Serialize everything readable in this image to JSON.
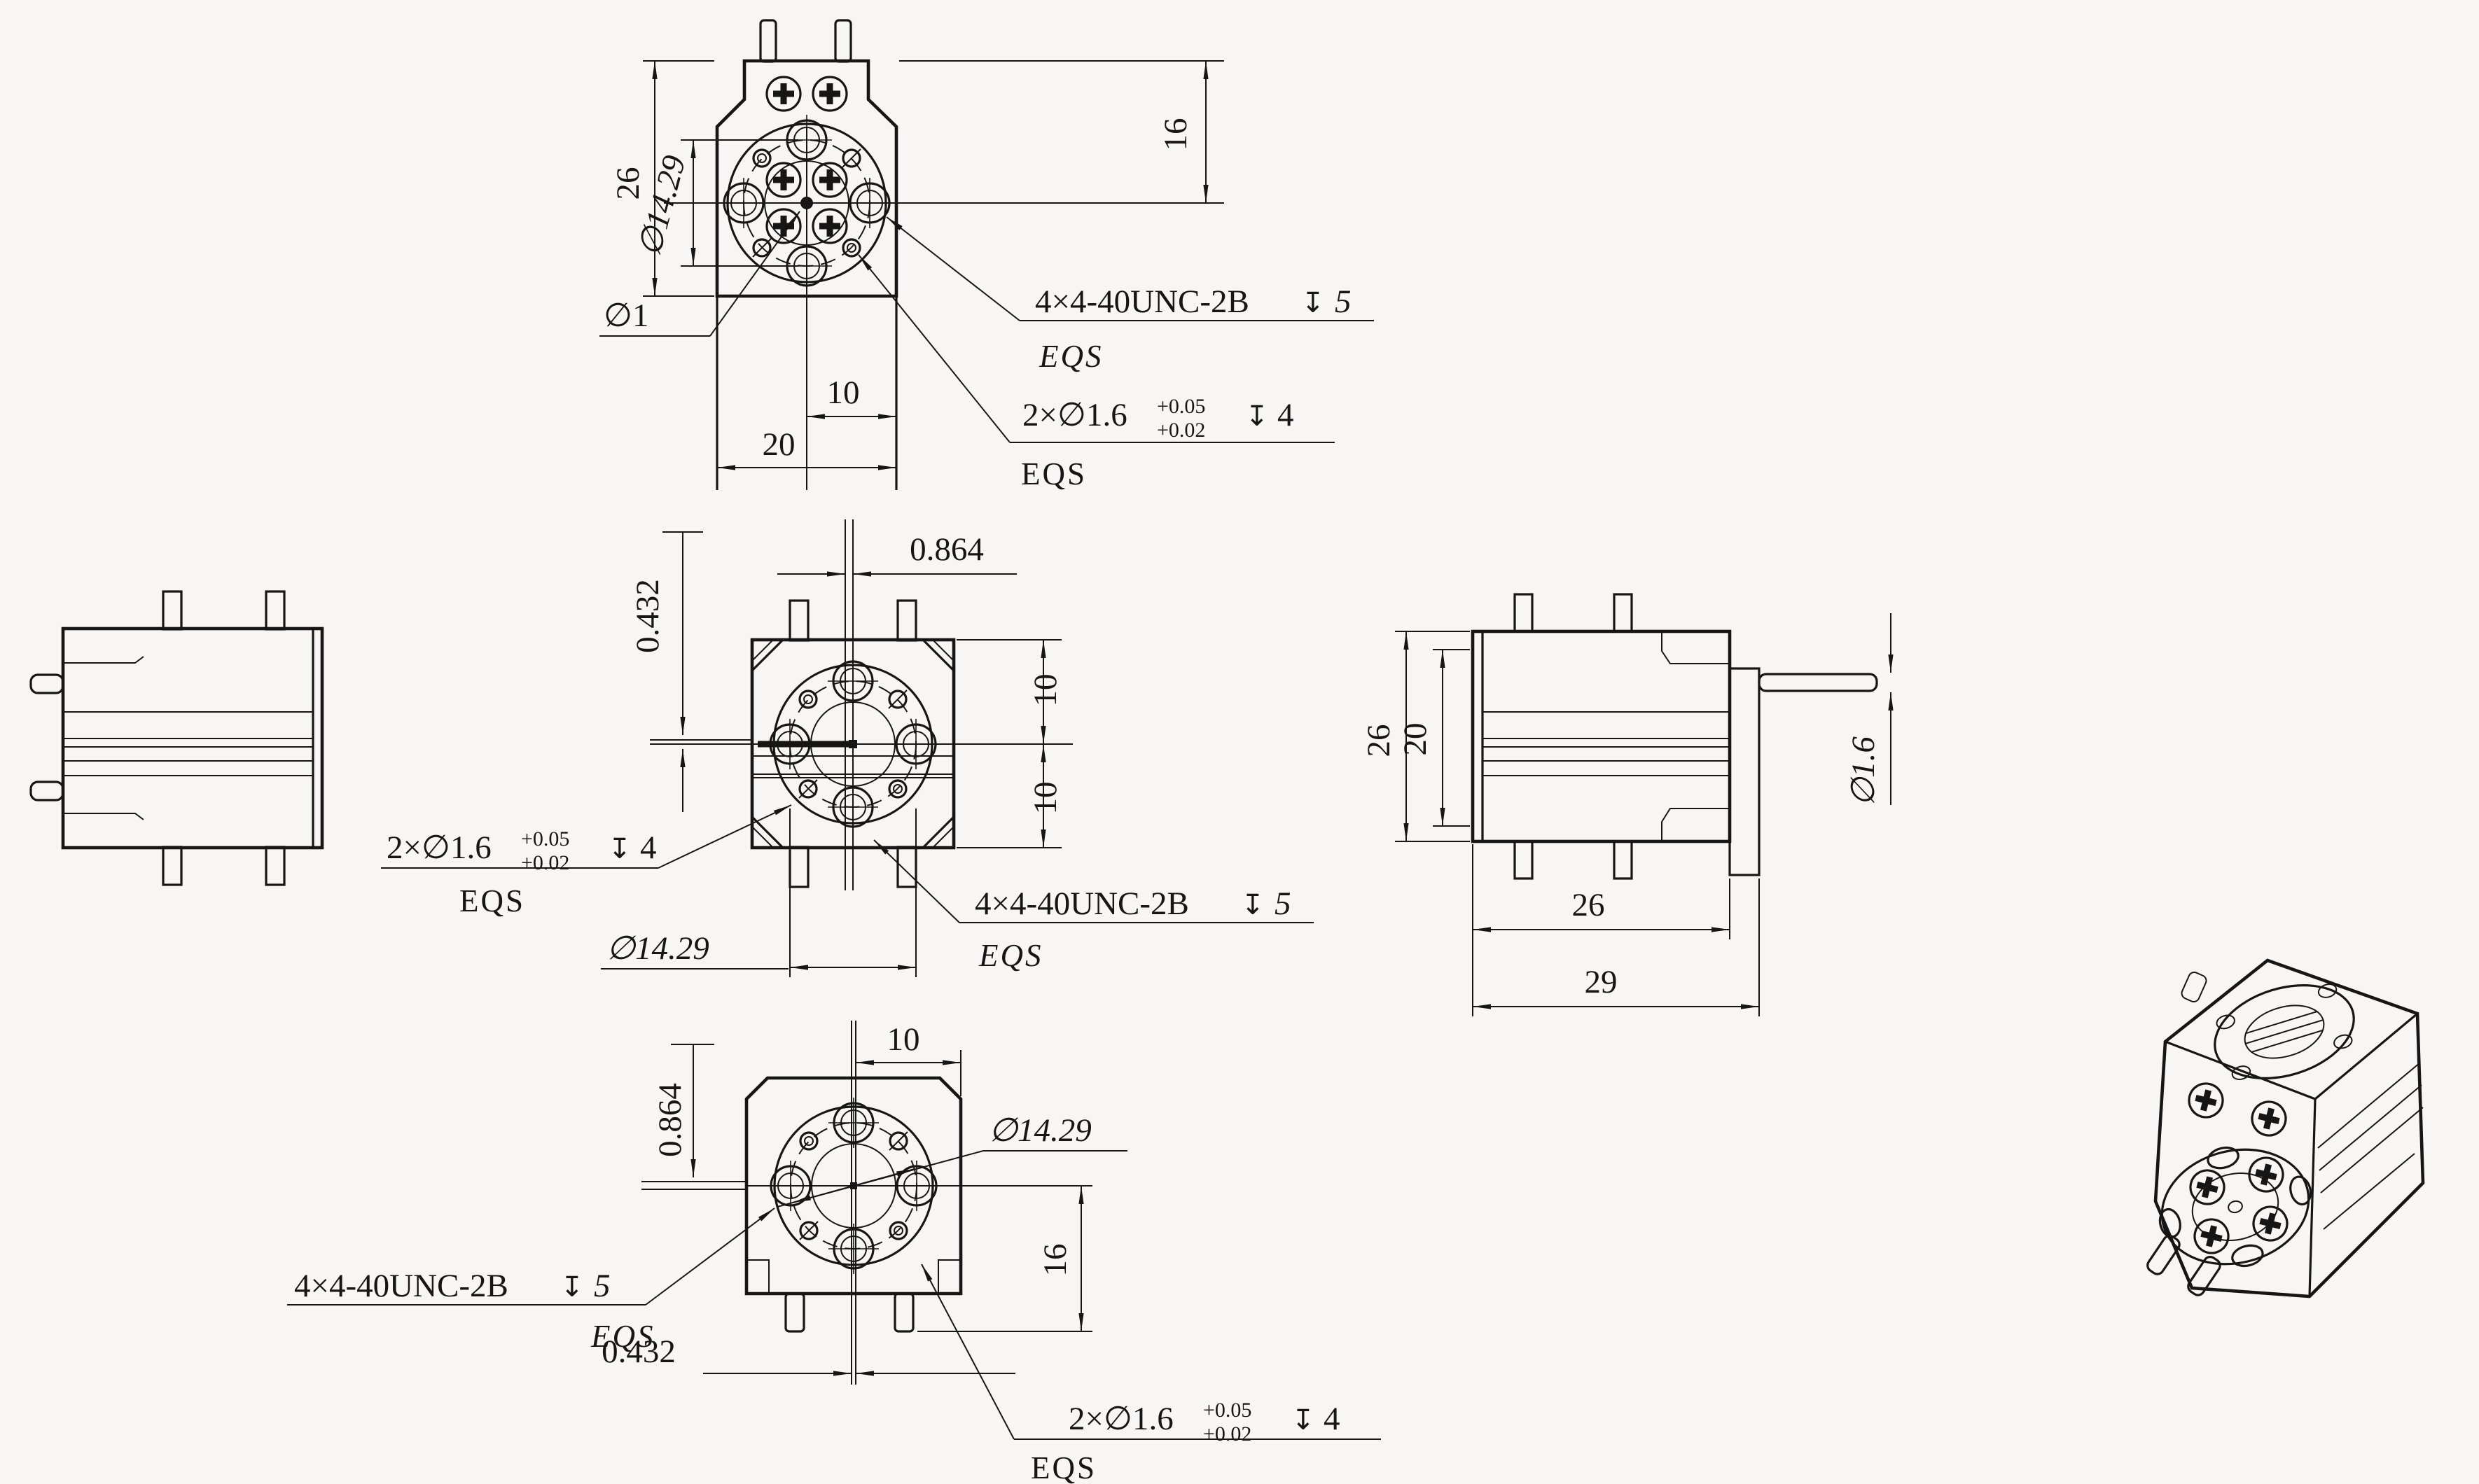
{
  "page": {
    "background_color": "#f7f6f4",
    "line_color": "#161616"
  },
  "views": {
    "top_view": {
      "dim_height": "26",
      "dim_top_to_center": "16",
      "dim_bolt_circle": "∅14.29",
      "dim_center_pin": "∅1",
      "dim_half_width": "10",
      "dim_width": "20",
      "thread_note": "4×4-40UNC-2B",
      "thread_depth_symbol": "↧",
      "thread_depth": "5",
      "thread_eqs": "EQS",
      "pinhole_note": "2×∅1.6",
      "pinhole_tol_upper": "+0.05",
      "pinhole_tol_lower": "+0.02",
      "pinhole_depth_symbol": "↧",
      "pinhole_depth": "4",
      "pinhole_eqs": "EQS"
    },
    "front_view": {
      "dim_offset_vertical": "0.432",
      "dim_offset_horizontal": "0.864",
      "dim_center_to_top": "10",
      "dim_center_to_bottom": "10",
      "dim_bolt_circle": "∅14.29",
      "pinhole_note": "2×∅1.6",
      "pinhole_tol_upper": "+0.05",
      "pinhole_tol_lower": "+0.02",
      "pinhole_depth_symbol": "↧",
      "pinhole_depth": "4",
      "pinhole_eqs": "EQS",
      "thread_note": "4×4-40UNC-2B",
      "thread_depth_symbol": "↧",
      "thread_depth": "5",
      "thread_eqs": "EQS"
    },
    "right_view": {
      "dim_height": "26",
      "dim_inner_height": "20",
      "dim_pin_diameter": "∅1.6",
      "dim_body_depth": "26",
      "dim_overall_depth": "29"
    },
    "bottom_view": {
      "dim_offset_vertical": "0.864",
      "dim_half_width": "10",
      "dim_bolt_circle": "∅14.29",
      "dim_center_to_bottom": "16",
      "dim_offset_horizontal": "0.432",
      "thread_note": "4×4-40UNC-2B",
      "thread_depth_symbol": "↧",
      "thread_depth": "5",
      "thread_eqs": "EQS",
      "pinhole_note": "2×∅1.6",
      "pinhole_tol_upper": "+0.05",
      "pinhole_tol_lower": "+0.02",
      "pinhole_depth_symbol": "↧",
      "pinhole_depth": "4",
      "pinhole_eqs": "EQS"
    }
  }
}
